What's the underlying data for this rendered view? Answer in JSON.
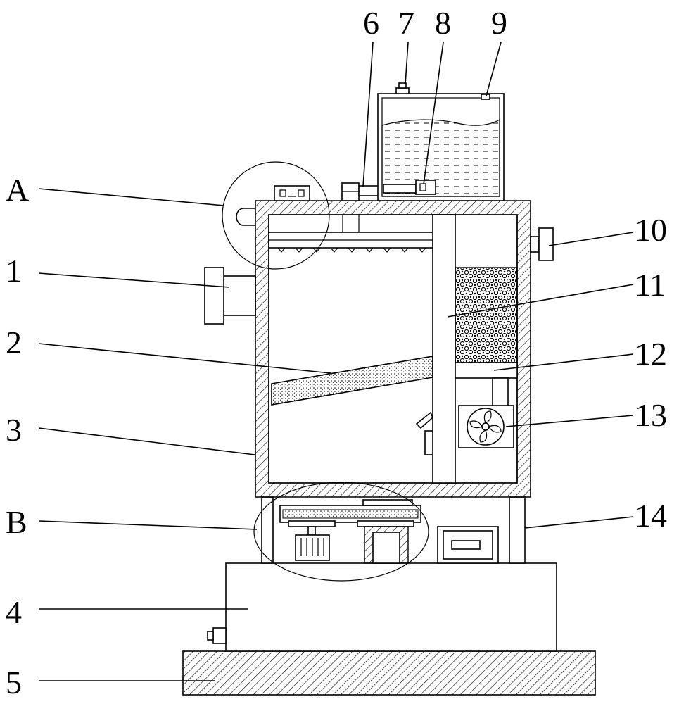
{
  "labels": {
    "n1": "1",
    "n2": "2",
    "n3": "3",
    "n4": "4",
    "n5": "5",
    "n6": "6",
    "n7": "7",
    "n8": "8",
    "n9": "9",
    "n10": "10",
    "n11": "11",
    "n12": "12",
    "n13": "13",
    "n14": "14",
    "A": "A",
    "B": "B"
  },
  "colors": {
    "line": "#000000",
    "background": "#ffffff"
  }
}
